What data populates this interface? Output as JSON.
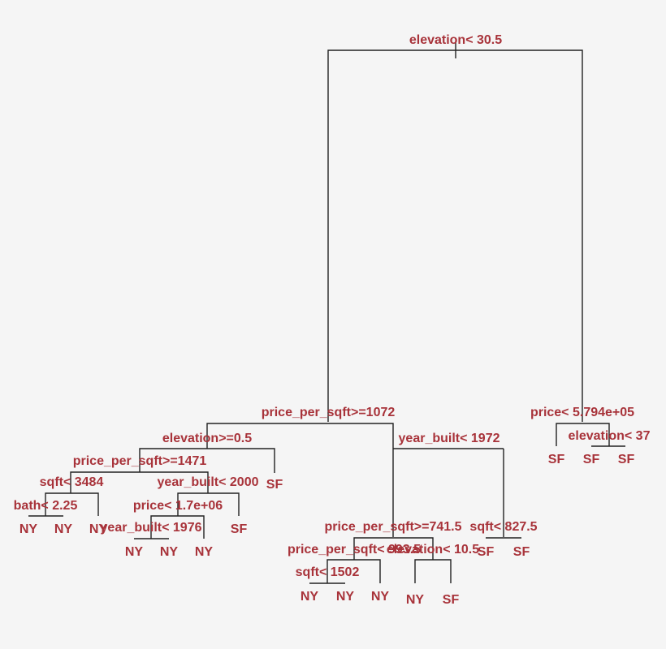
{
  "diagram": {
    "type": "decision-tree",
    "text_color": "#a8333a",
    "line_color": "#222222",
    "background": "#f5f5f5",
    "splits": {
      "root": "elevation< 30.5",
      "l": "price_per_sqft>=1072",
      "r": "price< 5.794e+05",
      "ll": "elevation>=0.5",
      "lr": "year_built< 1972",
      "rr": "elevation< 37",
      "lll": "price_per_sqft>=1471",
      "llll": "sqft< 3484",
      "lllr": "year_built< 2000",
      "lllll": "bath< 2.25",
      "lllrl": "price< 1.7e+06",
      "lllrll": "year_built< 1976",
      "lrl": "price_per_sqft>=741.5",
      "lrr": "sqft< 827.5",
      "lrll": "price_per_sqft< 993.5",
      "lrlr": "elevation< 10.5",
      "lrlll": "sqft< 1502"
    },
    "leaves": {
      "l1": "NY",
      "l2": "NY",
      "l3": "NY",
      "l4": "NY",
      "l5": "NY",
      "l6": "NY",
      "l7": "SF",
      "l8": "SF",
      "l9": "NY",
      "l10": "NY",
      "l11": "NY",
      "l12": "NY",
      "l13": "SF",
      "l14": "SF",
      "l15": "SF",
      "l16": "SF",
      "l17": "SF",
      "l18": "SF"
    }
  }
}
